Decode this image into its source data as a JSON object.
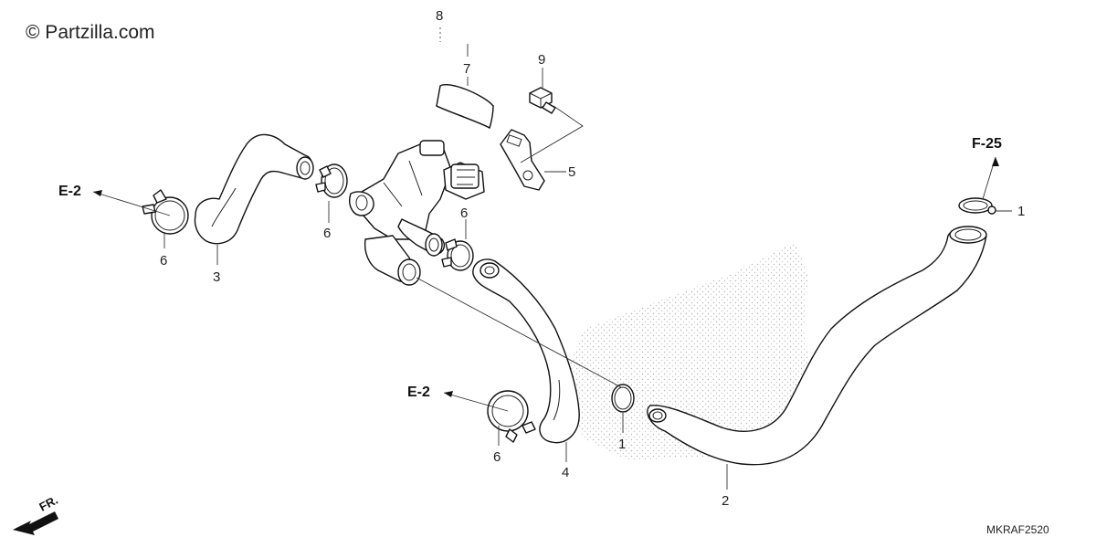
{
  "watermark": "© Partzilla.com",
  "diagram_code": "MKRAF2520",
  "direction_label": "FR.",
  "callouts": {
    "c1a": "1",
    "c1b": "1",
    "c2": "2",
    "c3": "3",
    "c4": "4",
    "c5": "5",
    "c6a": "6",
    "c6b": "6",
    "c6c": "6",
    "c6d": "6",
    "c7": "7",
    "c8": "8",
    "c9": "9"
  },
  "references": {
    "e2_upper": "E-2",
    "e2_lower": "E-2",
    "f25": "F-25"
  }
}
